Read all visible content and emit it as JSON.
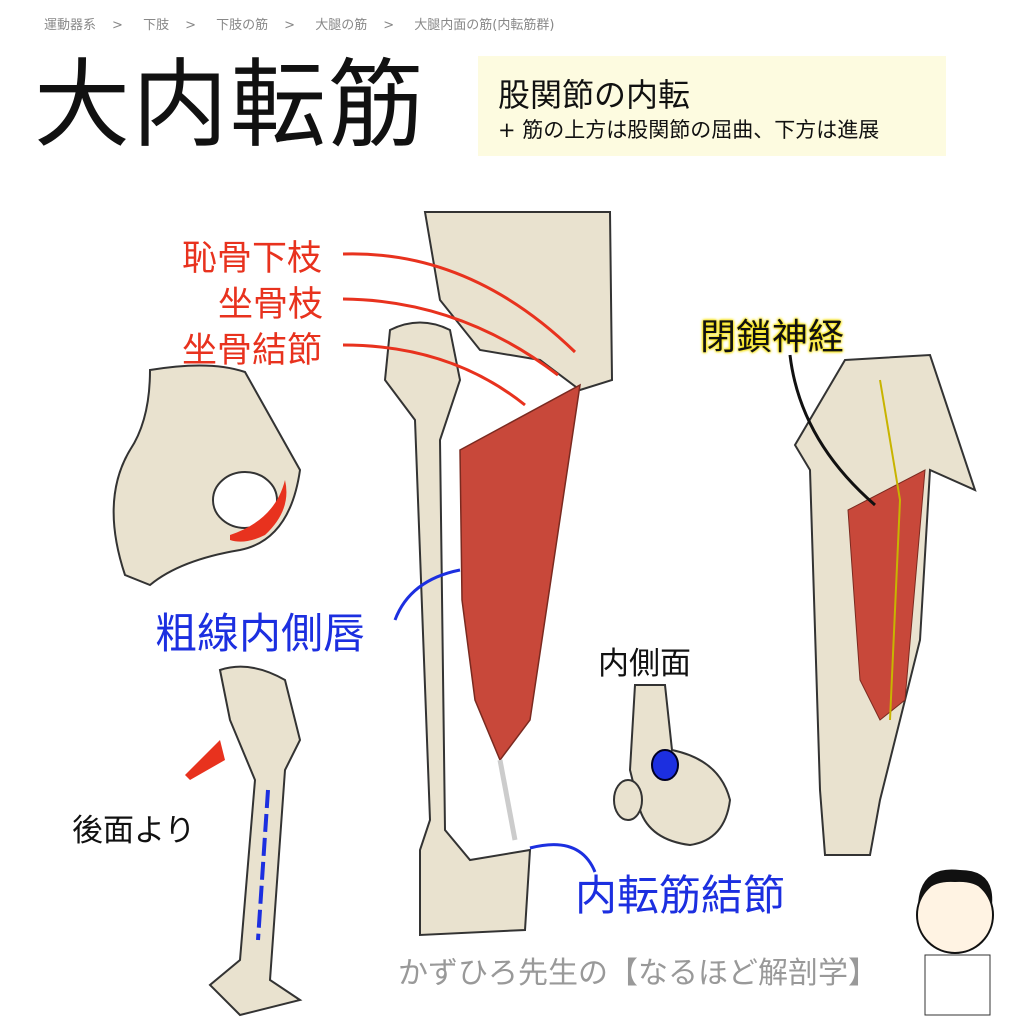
{
  "breadcrumb": [
    "運動器系",
    "下肢",
    "下肢の筋",
    "大腿の筋",
    "大腿内面の筋(内転筋群)"
  ],
  "breadcrumb_separator": ">",
  "title": "大内転筋",
  "action": {
    "main": "股関節の内転",
    "sub": "+ 筋の上方は股関節の屈曲、下方は進展"
  },
  "labels": {
    "origin1": "恥骨下枝",
    "origin2": "坐骨枝",
    "origin3": "坐骨結節",
    "insertion1": "粗線内側唇",
    "insertion2": "内転筋結節",
    "nerve": "閉鎖神経",
    "medial_view": "内側面",
    "posterior_view": "後面より"
  },
  "credit": "かずひろ先生の【なるほど解剖学】",
  "colors": {
    "origin": "#e8321e",
    "insertion": "#1c2fe0",
    "muscle": "#c8483a",
    "bone": "#e9e2cf",
    "infobox": "#fdfbe0"
  }
}
